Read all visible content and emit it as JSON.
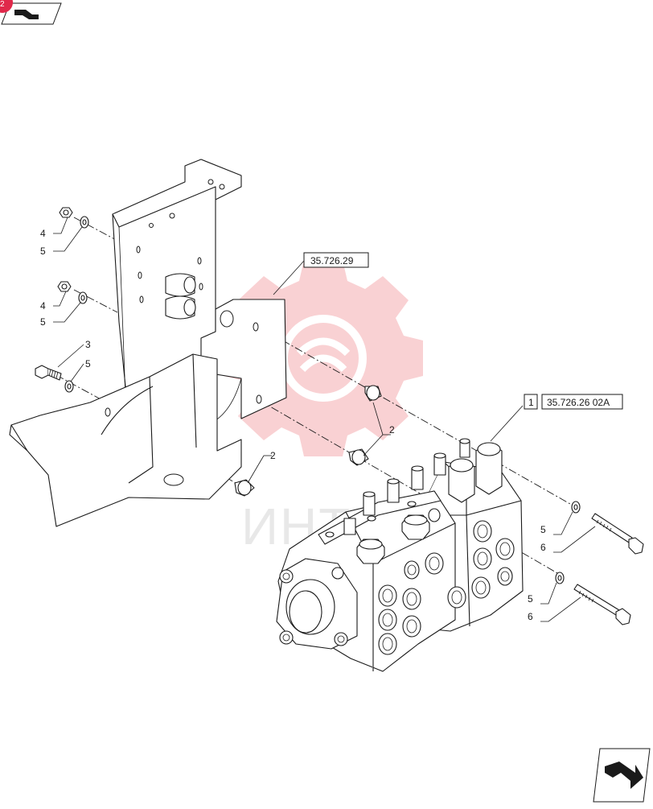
{
  "corner_badge": "2",
  "reference_boxes": [
    {
      "text": "35.726.29"
    },
    {
      "index": "1",
      "text": "35.726.26 02A"
    }
  ],
  "callouts": [
    {
      "label": "4"
    },
    {
      "label": "5"
    },
    {
      "label": "4"
    },
    {
      "label": "5"
    },
    {
      "label": "3"
    },
    {
      "label": "5"
    },
    {
      "label": "2"
    },
    {
      "label": "2"
    },
    {
      "label": "5"
    },
    {
      "label": "6"
    },
    {
      "label": "5"
    },
    {
      "label": "6"
    }
  ],
  "watermark": {
    "text": "ИНТЕХ",
    "color": "#e8323c"
  },
  "icons": {
    "top_left": "book-arrow-icon",
    "bottom_right": "next-page-arrow-icon"
  },
  "colors": {
    "ink": "#1a1a1a",
    "watermark": "#e8323c",
    "badge": "#e0284a"
  }
}
